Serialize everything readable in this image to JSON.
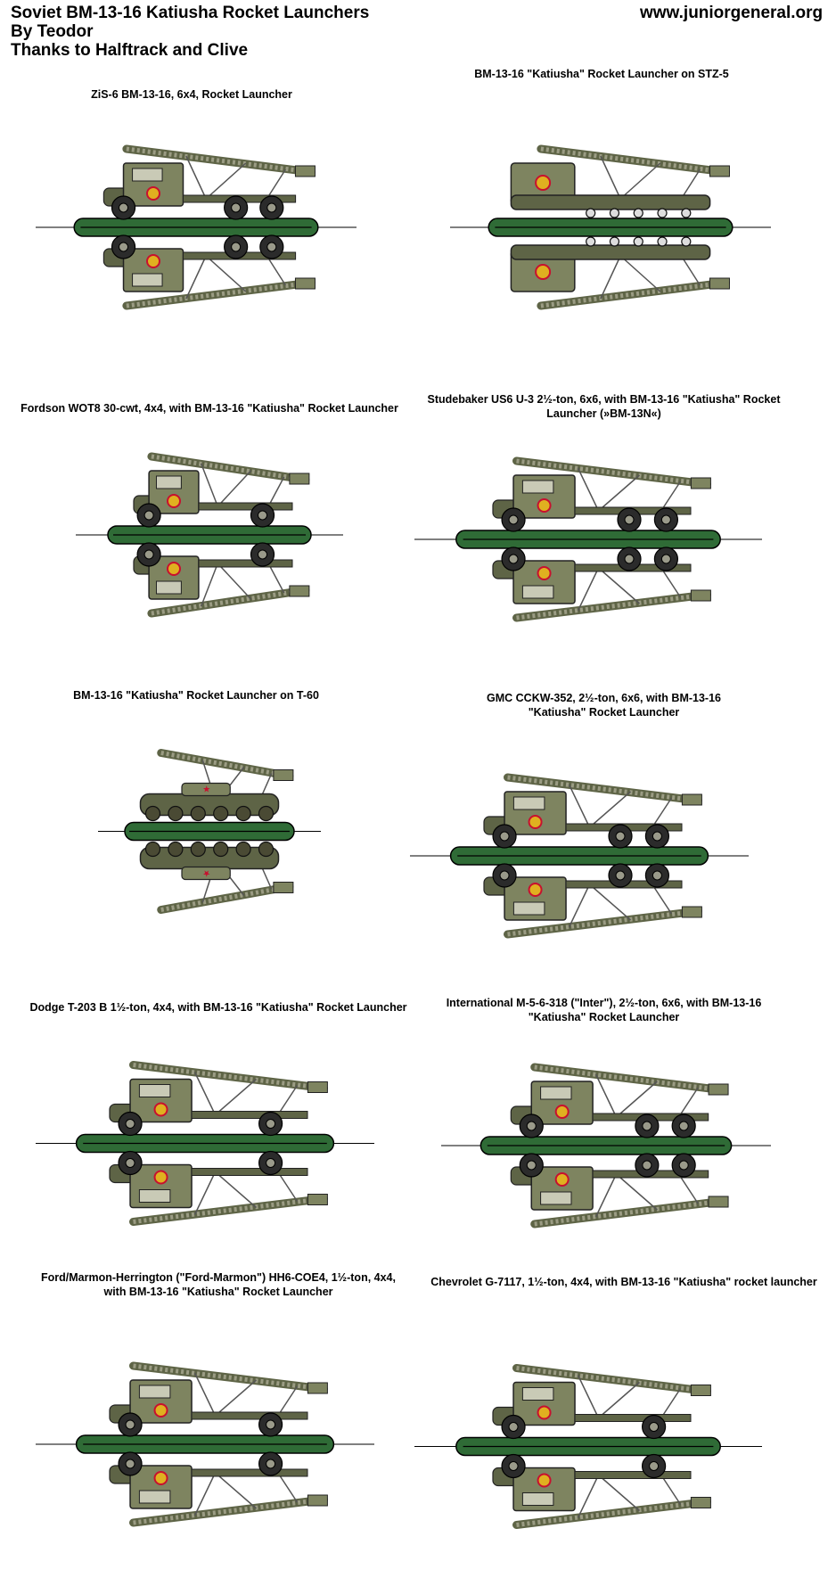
{
  "header": {
    "title": "Soviet BM-13-16 Katiusha Rocket Launchers",
    "byline": "By Teodor",
    "thanks": "Thanks to Halftrack and Clive",
    "site": "www.juniorgeneral.org"
  },
  "colors": {
    "base_green": "#2f6b36",
    "base_line": "#000000",
    "olive": "#7e8460",
    "olive_dark": "#5e6446",
    "rail_grey": "#9b9c84",
    "tire": "#2b2b2b",
    "star_red": "#c8102e",
    "emblem_gold": "#e0b020"
  },
  "vehicles": [
    {
      "caption": [
        "ZiS-6 BM-13-16, 6x4, Rocket Launcher"
      ],
      "type": "truck",
      "wheels": 3
    },
    {
      "caption": [
        "BM-13-16 \"Katiusha\" Rocket Launcher on STZ-5"
      ],
      "type": "tractor",
      "wheels": 0
    },
    {
      "caption": [
        "Fordson WOT8 30-cwt, 4x4, with BM-13-16 \"Katiusha\" Rocket Launcher"
      ],
      "type": "truck",
      "wheels": 2
    },
    {
      "caption": [
        "Studebaker US6 U-3 2½-ton, 6x6, with BM-13-16 \"Katiusha\" Rocket",
        "Launcher (»BM-13N«)"
      ],
      "type": "truck",
      "wheels": 3
    },
    {
      "caption": [
        "BM-13-16 \"Katiusha\" Rocket Launcher on T-60"
      ],
      "type": "tank",
      "wheels": 0
    },
    {
      "caption": [
        "GMC CCKW-352, 2½-ton, 6x6, with BM-13-16",
        "\"Katiusha\" Rocket Launcher"
      ],
      "type": "truck",
      "wheels": 3
    },
    {
      "caption": [
        "Dodge T-203 B 1½-ton, 4x4, with BM-13-16 \"Katiusha\" Rocket Launcher"
      ],
      "type": "truck",
      "wheels": 2
    },
    {
      "caption": [
        "International M-5-6-318 (\"Inter\"), 2½-ton, 6x6, with BM-13-16",
        "\"Katiusha\" Rocket Launcher"
      ],
      "type": "truck",
      "wheels": 3
    },
    {
      "caption": [
        "Ford/Marmon-Herrington (\"Ford-Marmon\") HH6-COE4, 1½-ton, 4x4,",
        "with BM-13-16 \"Katiusha\" Rocket Launcher"
      ],
      "type": "truck",
      "wheels": 2
    },
    {
      "caption": [
        "Chevrolet G-7117, 1½-ton, 4x4, with BM-13-16 \"Katiusha\" rocket launcher"
      ],
      "type": "truck",
      "wheels": 2
    }
  ]
}
